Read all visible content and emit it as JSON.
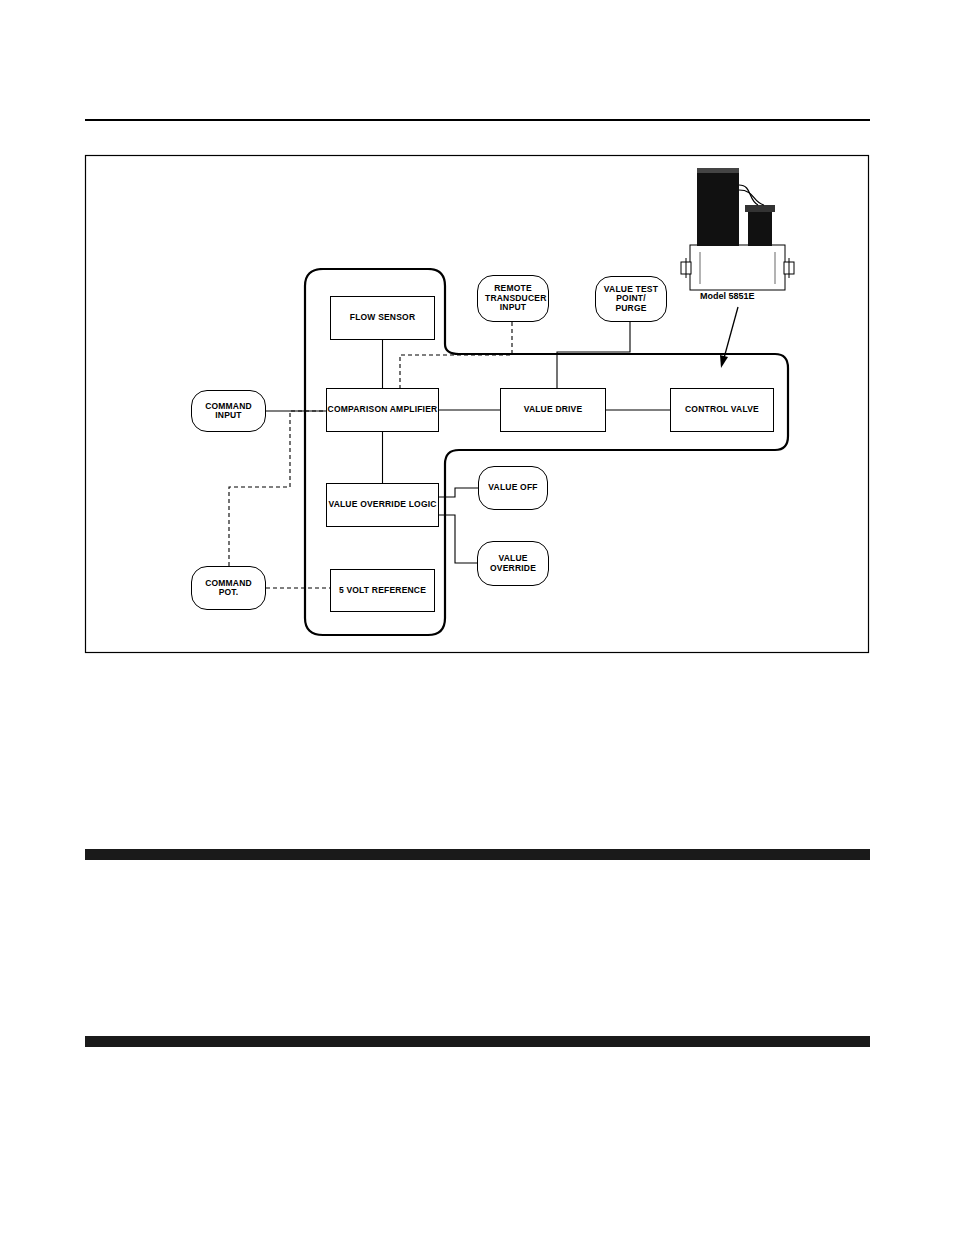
{
  "diagram": {
    "nodes": [
      {
        "text": [
          "Model 5851E"
        ]
      },
      {
        "text": [
          "FLOW SENSOR"
        ],
        "in": 0
      },
      {
        "text": [
          "REMOTE TRANSDUCER INPUT"
        ]
      },
      {
        "text": [
          "VALUE TEST POINT/ PURGE"
        ]
      },
      {
        "text": [
          "COMMAND INPUT"
        ]
      },
      {
        "text": [
          "COMPARISON AMPLIFIER"
        ],
        "in": 0
      },
      {
        "text": [
          "VALUE DRIVE"
        ],
        "in": 0
      },
      {
        "text": [
          "CONTROL VALVE"
        ],
        "in": 0
      },
      {
        "text": [
          "VALUE OVERRIDE LOGIC"
        ],
        "in": 0
      },
      {
        "text": [
          "VALUE OFF"
        ]
      },
      {
        "text": [
          "VALUE OVERRIDE"
        ]
      },
      {
        "text": [
          "COMMAND POT."
        ]
      },
      {
        "text": [
          "5 VOLT REFERENCE"
        ],
        "in": 0
      }
    ],
    "edges": [
      {
        "from": 1,
        "to": 5,
        "arrow": "none"
      },
      {
        "from": 2,
        "to": 5,
        "arrow": "none"
      },
      {
        "from": 4,
        "to": 5,
        "arrow": "none"
      },
      {
        "from": 5,
        "to": 6,
        "arrow": "none"
      },
      {
        "from": 6,
        "to": 7,
        "arrow": "none"
      },
      {
        "from": 3,
        "to": 6,
        "arrow": "none"
      },
      {
        "from": 5,
        "to": 8,
        "arrow": "none"
      },
      {
        "from": 8,
        "to": 9,
        "arrow": "none"
      },
      {
        "from": 8,
        "to": 10,
        "arrow": "none"
      },
      {
        "from": 11,
        "to": 5,
        "arrow": "none"
      },
      {
        "from": 11,
        "to": 12,
        "arrow": "none"
      }
    ]
  }
}
